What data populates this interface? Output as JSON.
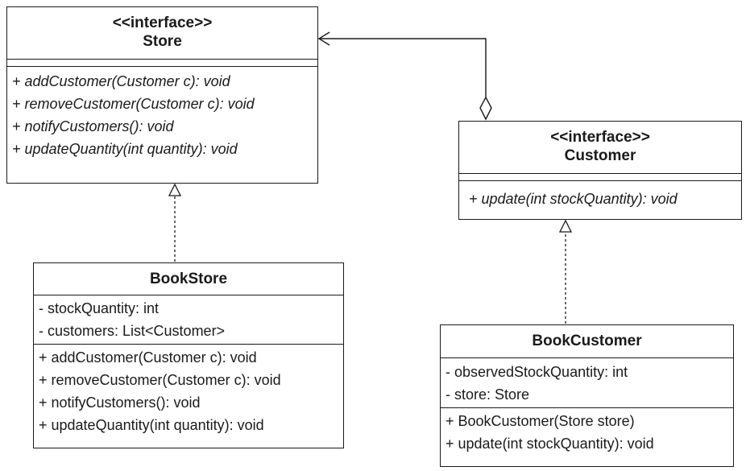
{
  "classes": {
    "store": {
      "stereotype": "<<interface>>",
      "name": "Store",
      "operations": [
        "+ addCustomer(Customer c): void",
        "+ removeCustomer(Customer c): void",
        "+ notifyCustomers(): void",
        "+ updateQuantity(int quantity): void"
      ]
    },
    "customer": {
      "stereotype": "<<interface>>",
      "name": "Customer",
      "operations": [
        "+ update(int stockQuantity): void"
      ]
    },
    "bookstore": {
      "name": "BookStore",
      "attributes": [
        "- stockQuantity: int",
        "- customers: List<Customer>"
      ],
      "operations": [
        "+ addCustomer(Customer c): void",
        "+ removeCustomer(Customer c): void",
        "+ notifyCustomers(): void",
        "+ updateQuantity(int quantity): void"
      ]
    },
    "bookcustomer": {
      "name": "BookCustomer",
      "attributes": [
        "- observedStockQuantity: int",
        "- store: Store"
      ],
      "operations": [
        "+ BookCustomer(Store store)",
        "+ update(int stockQuantity): void"
      ]
    }
  },
  "relationships": [
    {
      "type": "realization",
      "from": "BookStore",
      "to": "Store"
    },
    {
      "type": "realization",
      "from": "BookCustomer",
      "to": "Customer"
    },
    {
      "type": "aggregation",
      "whole": "Customer",
      "part": "Store",
      "navigable_to": "Store"
    }
  ],
  "colors": {
    "line": "#1a1a1a",
    "background": "#ffffff"
  }
}
